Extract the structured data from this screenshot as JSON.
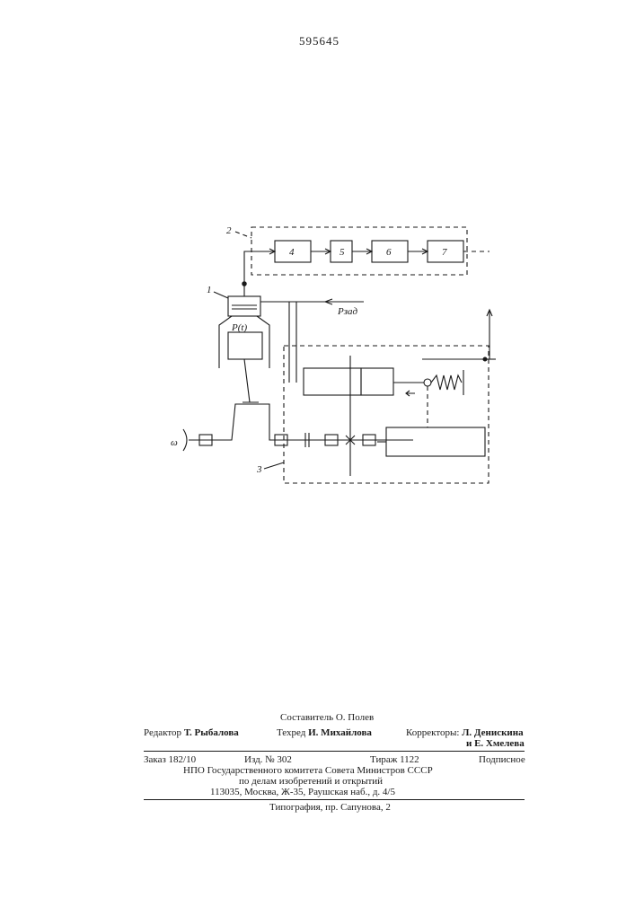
{
  "patent_number": "595645",
  "figure": {
    "labels": {
      "l1": "1",
      "l2": "2",
      "l3": "3",
      "b4": "4",
      "b5": "5",
      "b6": "6",
      "b7": "7",
      "pt": "P(t)",
      "pzad": "Pзад",
      "omega": "ω"
    }
  },
  "colophon": {
    "compiler_label": "Составитель",
    "compiler_name": "О. Полев",
    "editor_label": "Редактор",
    "editor_name": "Т. Рыбалова",
    "techred_label": "Техред",
    "techred_name": "И. Михайлова",
    "correctors_label": "Корректоры:",
    "corrector1": "Л. Денискина",
    "corrector2": "и Е. Хмелева",
    "order": "Заказ 182/10",
    "edition": "Изд. № 302",
    "circulation": "Тираж 1122",
    "subscription": "Подписное",
    "org_line1": "НПО Государственного комитета Совета Министров СССР",
    "org_line2": "по делам изобретений и открытий",
    "address": "113035, Москва, Ж-35, Раушская наб., д. 4/5",
    "printer": "Типография, пр. Сапунова, 2"
  }
}
